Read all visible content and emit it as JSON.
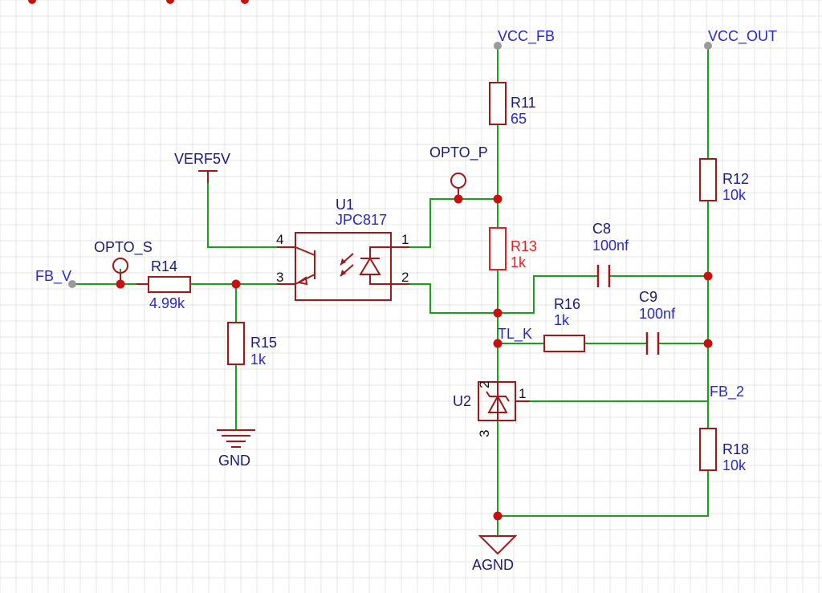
{
  "diagram": {
    "nets": {
      "vcc_fb": "VCC_FB",
      "vcc_out": "VCC_OUT",
      "fb_v": "FB_V",
      "verf5v": "VERF5V",
      "tl_k": "TL_K",
      "fb_2": "FB_2",
      "gnd": "GND",
      "agnd": "AGND"
    },
    "testpoints": {
      "opto_p": "OPTO_P",
      "opto_s": "OPTO_S"
    },
    "components": {
      "u1": {
        "designator": "U1",
        "value": "JPC817",
        "pins": [
          "1",
          "2",
          "3",
          "4"
        ]
      },
      "u2": {
        "designator": "U2",
        "pins": [
          "1",
          "2",
          "3"
        ]
      },
      "r11": {
        "designator": "R11",
        "value": "65"
      },
      "r12": {
        "designator": "R12",
        "value": "10k"
      },
      "r13": {
        "designator": "R13",
        "value": "1k",
        "highlight": "#e52222"
      },
      "r14": {
        "designator": "R14",
        "value": "4.99k"
      },
      "r15": {
        "designator": "R15",
        "value": "1k"
      },
      "r16": {
        "designator": "R16",
        "value": "1k"
      },
      "r18": {
        "designator": "R18",
        "value": "10k"
      },
      "c8": {
        "designator": "C8",
        "value": "100nf"
      },
      "c9": {
        "designator": "C9",
        "value": "100nf"
      }
    },
    "colors": {
      "wire": "#1aa01a",
      "component": "#a01818",
      "junction": "#c81010",
      "net_label": "#2828d2",
      "designator": "#1a1a7a",
      "grid": "#e6e6e6"
    }
  }
}
